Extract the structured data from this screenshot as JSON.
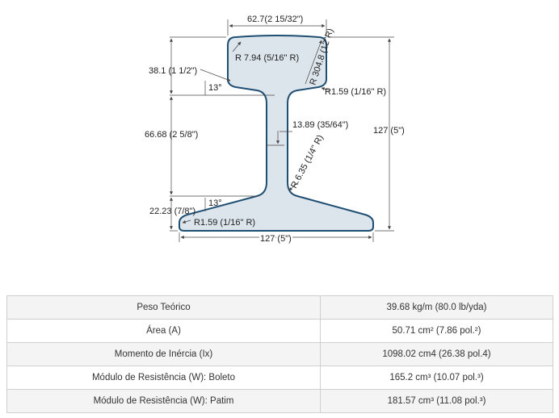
{
  "diagram": {
    "dimensions": {
      "head_width": "62.7(2 15/32\")",
      "head_radius": "R 7.94 (5/16\" R)",
      "head_arc_radius": "R 304.8 (12\"R)",
      "head_height": "38.1 (1 1/2\")",
      "head_fillet": "R1.59 (1/16\" R)",
      "angle_top": "13°",
      "web_height": "66.68 (2 5/8\")",
      "web_thickness": "13.89 (35/64\")",
      "web_radius": "R 6.35 (1/4\" R)",
      "total_height": "127 (5\")",
      "angle_bottom": "13°",
      "base_height": "22.23 (7/8\")",
      "base_fillet": "R1.59 (1/16\" R)",
      "base_width": "127 (5\")"
    },
    "colors": {
      "fill": "#dde5ec",
      "outline": "#1f4e73",
      "dimension_line": "#444444"
    }
  },
  "specs": [
    {
      "label": "Peso Teórico",
      "value": "39.68 kg/m (80.0 lb/yda)"
    },
    {
      "label": "Área (A)",
      "value": "50.71 cm² (7.86 pol.²)"
    },
    {
      "label": "Momento de Inércia (Ix)",
      "value": "1098.02 cm4 (26.38 pol.4)"
    },
    {
      "label": "Módulo de Resistência (W): Boleto",
      "value": "165.2 cm³ (10.07 pol.³)"
    },
    {
      "label": "Módulo de Resistência (W): Patim",
      "value": "181.57 cm³ (11.08 pol.³)"
    }
  ]
}
